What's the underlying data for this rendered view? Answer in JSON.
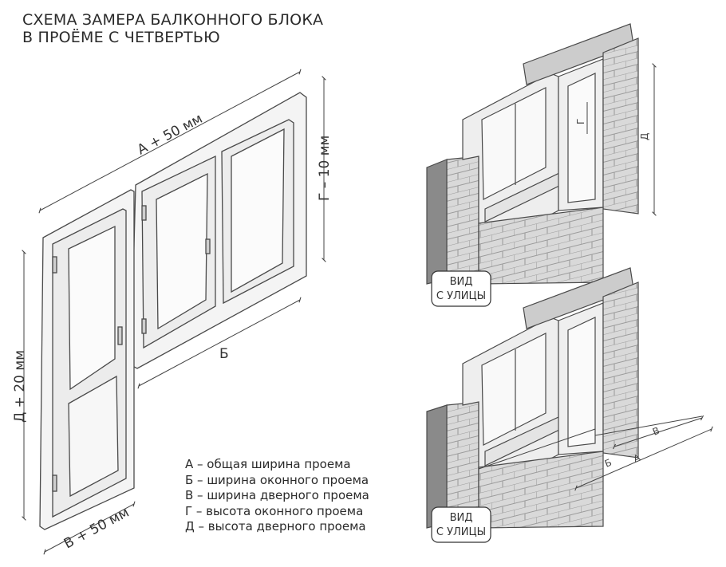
{
  "title": {
    "line1": "СХЕМА ЗАМЕРА БАЛКОННОГО БЛОКА",
    "line2": "В ПРОЁМЕ С ЧЕТВЕРТЬЮ"
  },
  "dimensions": {
    "a": "А + 50 мм",
    "g": "Г – 10 мм",
    "b": "Б",
    "d": "Д + 20 мм",
    "v": "В + 50 мм"
  },
  "legend": [
    "А – общая ширина проема",
    "Б – ширина оконного проема",
    "В – ширина дверного проема",
    "Г – высота оконного проема",
    "Д – высота дверного проема"
  ],
  "views": {
    "top": {
      "badge_line1": "ВИД",
      "badge_line2": "С УЛИЦЫ",
      "d_label": "Д",
      "g_label": "Г"
    },
    "bottom": {
      "badge_line1": "ВИД",
      "badge_line2": "С УЛИЦЫ",
      "b_label": "Б",
      "a_label": "А",
      "v_label": "В"
    }
  },
  "colors": {
    "line": "#4a4a4a",
    "frame_fill": "#f2f2f2",
    "glass_fill": "#fafafa",
    "brick_fill": "#dcdcdc",
    "dark_wall": "#8a8a8a"
  }
}
